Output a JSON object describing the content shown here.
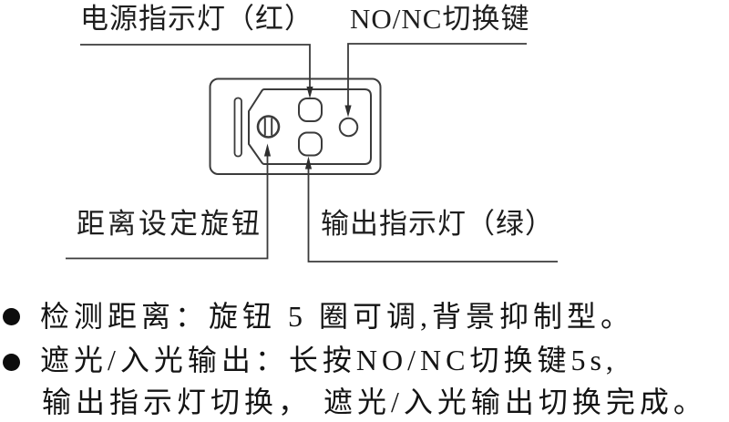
{
  "diagram": {
    "labels": {
      "power_led": "电源指示灯（红）",
      "nonc_key": "NO/NC切换键",
      "distance_knob": "距离设定旋钮",
      "output_led": "输出指示灯（绿）"
    },
    "device_parts": [
      {
        "icon": "power-led-icon",
        "shape": "rounded-square"
      },
      {
        "icon": "output-led-icon",
        "shape": "rounded-square"
      },
      {
        "icon": "nonc-button-icon",
        "shape": "circle"
      },
      {
        "icon": "distance-knob-icon",
        "shape": "slotted-screw"
      },
      {
        "icon": "side-slot",
        "shape": "thin-slot"
      }
    ]
  },
  "notes": {
    "bullet1": "检测距离：旋钮 5 圈可调,背景抑制型。",
    "bullet2_line1": "遮光/入光输出：长按NO/NC切换键5s,",
    "bullet2_line2": "输出指示灯切换， 遮光/入光输出切换完成。"
  },
  "colors": {
    "line": "#3b3b3b",
    "text": "#1e1e1e",
    "background": "#ffffff"
  }
}
